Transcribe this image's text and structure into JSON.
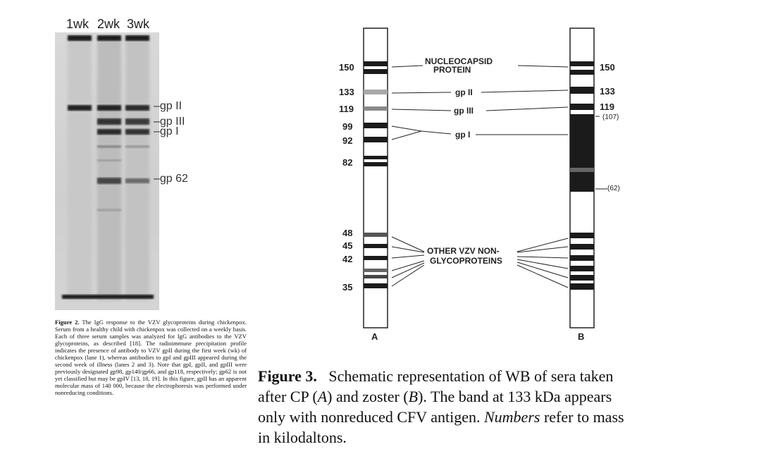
{
  "figure2": {
    "lane_labels": [
      "1wk",
      "2wk",
      "3wk"
    ],
    "band_labels": {
      "gpII": "gp II",
      "gpIII": "gp III",
      "gpI": "gp I",
      "gp62": "gp 62"
    },
    "caption_title": "Figure 2.",
    "caption_text": "The IgG response to the VZV glycoproteins during chickenpox. Serum from a healthy child with chickenpox was collected on a weekly basis. Each of three serum samples was analyzed for IgG antibodies to the VZV glycoproteins, as described [18]. The radioimmune precipitation profile indicates the presence of antibody to VZV gpII during the first week (wk) of chickenpox (lane 1), whereas antibodies to gpI and gpIII appeared during the second week of illness (lanes 2 and 3). Note that gpI, gpII, and gpIII were previously designated gp98, gp140/gp66, and gp118, respectively; gp62 is not yet classified but may be gpIV [13, 18, 19]. In this figure, gpII has an apparent molecular mass of 140 000, because the electrophoresis was performed under nonreducing conditions."
  },
  "figure3": {
    "left_masses": [
      "150",
      "133",
      "119",
      "99",
      "92",
      "82",
      "48",
      "45",
      "42",
      "35"
    ],
    "right_masses": [
      "150",
      "133",
      "119"
    ],
    "right_paren": [
      "(107)",
      "(62)"
    ],
    "labels": {
      "nucleocapsid_1": "NUCLEOCAPSID",
      "nucleocapsid_2": "PROTEIN",
      "gpII": "gp II",
      "gpIII": "gp III",
      "gpI": "gp I",
      "other_1": "OTHER VZV NON-",
      "other_2": "GLYCOPROTEINS"
    },
    "strip_a": "A",
    "strip_b": "B",
    "caption_title": "Figure 3.",
    "caption_line1": "Schematic representation of WB of sera taken",
    "caption_line2a": "after CP (",
    "caption_line2b": "A",
    "caption_line2c": ") and zoster (",
    "caption_line2d": "B",
    "caption_line2e": "). The band at 133 kDa appears",
    "caption_line3": "only with nonreduced CFV antigen.",
    "caption_line3i": "Numbers",
    "caption_line3e": "refer to mass",
    "caption_line4": "in  kilodaltons."
  }
}
